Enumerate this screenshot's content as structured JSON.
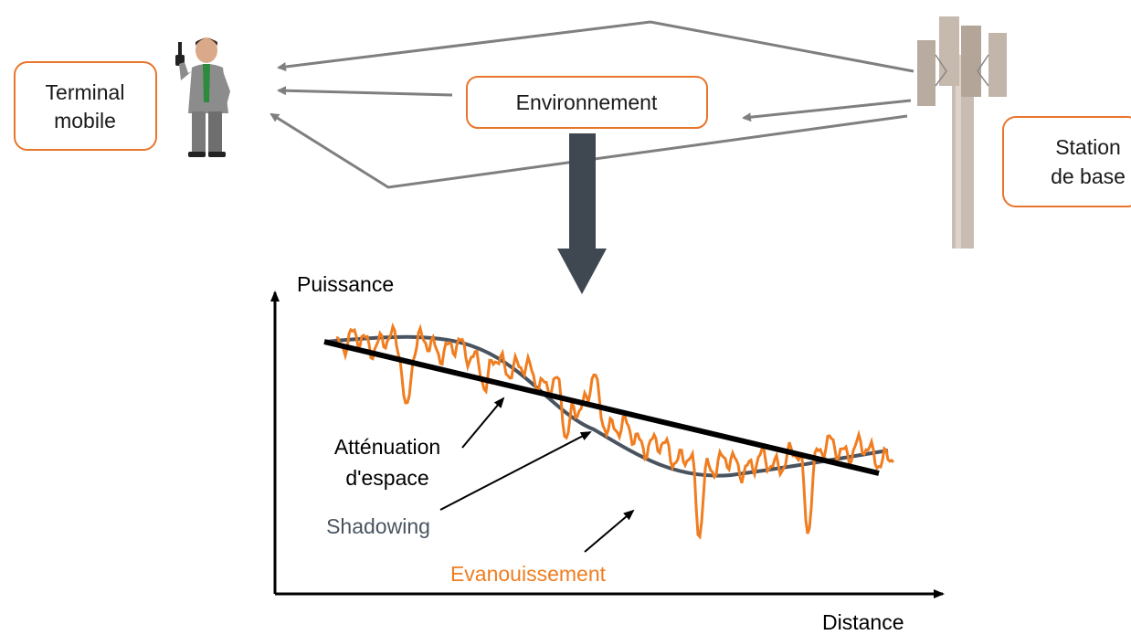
{
  "terminal": {
    "line1": "Terminal",
    "line2": "mobile",
    "icon": "person-with-phone-icon"
  },
  "environment": {
    "label": "Environnement"
  },
  "station": {
    "line1": "Station",
    "line2": "de base",
    "icon": "antenna-tower-icon"
  },
  "axes": {
    "ylabel": "Puissance",
    "xlabel": "Distance"
  },
  "legend": {
    "attenuation_line1": "Atténuation",
    "attenuation_line2": "d'espace",
    "shadowing": "Shadowing",
    "fading": "Evanouissement"
  },
  "colors": {
    "accent": "#e8762c",
    "fading": "#f07d20",
    "shadowing": "#4a5460",
    "attenuation": "#000000",
    "signal_arrows": "#7f7f7f",
    "big_arrow": "#3f4750"
  }
}
